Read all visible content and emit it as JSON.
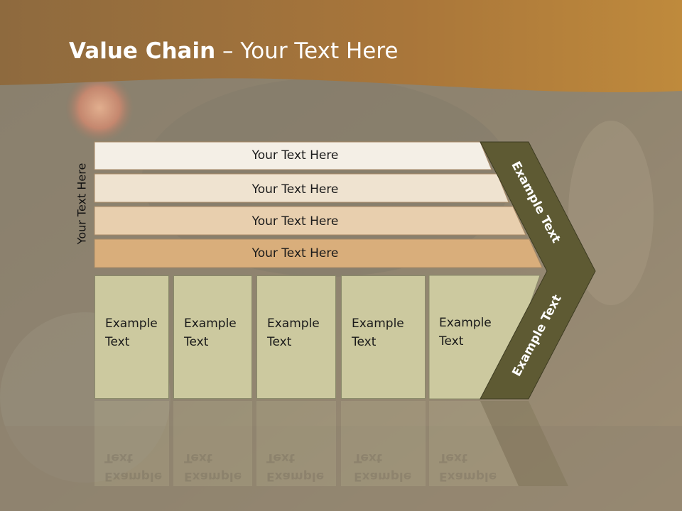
{
  "title": {
    "bold": "Value Chain",
    "rest": " – Your Text Here"
  },
  "side_label": "Your Text Here",
  "rows": [
    {
      "label": "Your Text Here"
    },
    {
      "label": "Your Text Here"
    },
    {
      "label": "Your Text Here"
    },
    {
      "label": "Your Text Here"
    }
  ],
  "boxes": [
    {
      "label": "Example\nText"
    },
    {
      "label": "Example\nText"
    },
    {
      "label": "Example\nText"
    },
    {
      "label": "Example\nText"
    },
    {
      "label": "Example\nText"
    }
  ],
  "chevron": {
    "upper_label": "Example Text",
    "lower_label": "Example Text"
  },
  "colors": {
    "header": "#9a6e36",
    "row1": "#f4efe6",
    "row2": "#efe3d0",
    "row3": "#e8cfae",
    "row4": "#d9ae7b",
    "box": "#ccc99f",
    "chevron": "#5e5a33"
  }
}
